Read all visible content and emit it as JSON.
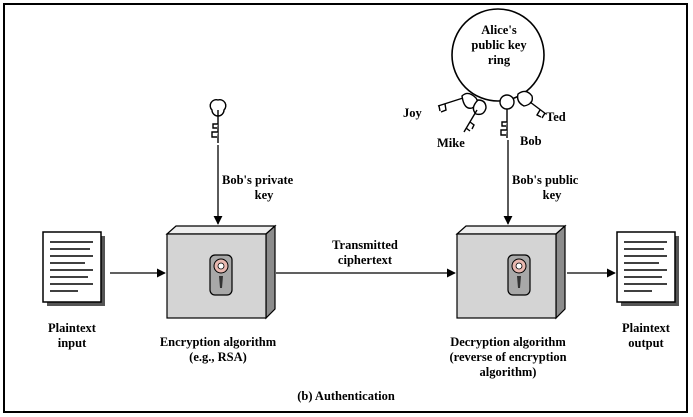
{
  "plaintext_input": [
    "Plaintext",
    "input"
  ],
  "plaintext_output": [
    "Plaintext",
    "output"
  ],
  "encryption": [
    "Encryption algorithm",
    "(e.g., RSA)"
  ],
  "decryption": [
    "Decryption algorithm",
    "(reverse of encryption",
    "algorithm)"
  ],
  "transmitted": [
    "Transmitted",
    "ciphertext"
  ],
  "private_key": [
    "Bob's private",
    "key"
  ],
  "public_key": [
    "Bob's public",
    "key"
  ],
  "key_ring": {
    "title": [
      "Alice's",
      "public key",
      "ring"
    ],
    "keys": [
      "Joy",
      "Mike",
      "Bob",
      "Ted"
    ]
  },
  "caption": "(b) Authentication",
  "colors": {
    "box_face": "#d4d4d4",
    "box_side": "#8c8c8c",
    "box_top": "#eeeeee",
    "lock_body": "#a8a8a8",
    "keyhole_ring": "#e8b8b0"
  }
}
